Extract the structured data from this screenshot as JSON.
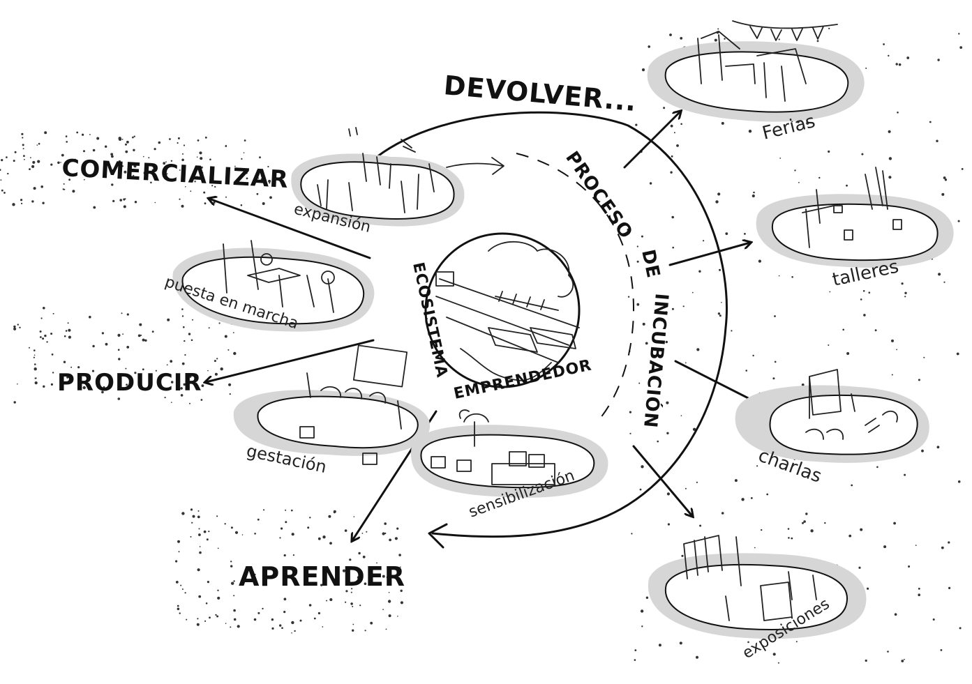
{
  "actions": {
    "comercializar": "COMERCIALIZAR",
    "producir": "PRODUCIR",
    "aprender": "APRENDER",
    "devolver": "DEVOLVER..."
  },
  "process": {
    "title_1": "PROCESO",
    "title_2": "DE",
    "title_3": "INCUBACIÓN"
  },
  "center": {
    "ecosistema": "ECOSISTEMA",
    "emprendedor": "EMPRENDEDOR"
  },
  "stages": {
    "expansion": "expansión",
    "puesta": "puesta en marcha",
    "gestacion": "gestación",
    "sensibilizacion": "sensibilización"
  },
  "outputs": {
    "ferias": "Ferias",
    "talleres": "talleres",
    "charlas": "charlas",
    "exposiciones": "exposiciones"
  }
}
